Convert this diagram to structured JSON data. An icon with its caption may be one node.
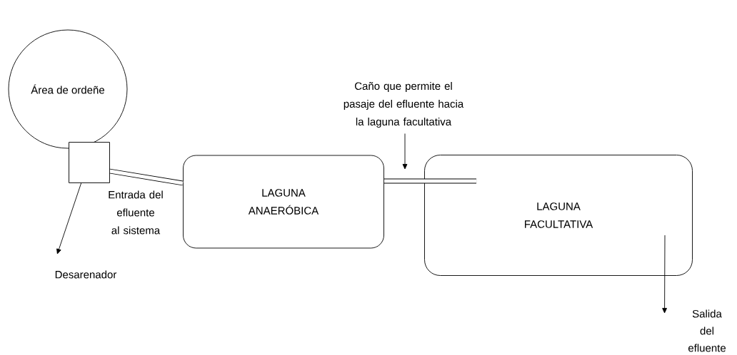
{
  "diagram": {
    "nodes": [
      {
        "text": [
          "Área de ordeñe"
        ]
      },
      {
        "text": [],
        "shape": "box"
      },
      {
        "text": [
          "LAGUNA ANAERÓBICA"
        ]
      },
      {
        "text": [
          "LAGUNA FACULTATIVA"
        ]
      },
      {
        "text": [
          "Desarenador"
        ]
      },
      {
        "text": [
          "Caño que permite el pasaje del efluente hacia la laguna facultativa"
        ]
      },
      {
        "text": [
          "Salida del efluente"
        ]
      }
    ],
    "edges": [
      {
        "from": 1,
        "to": 4,
        "arrow": "to"
      },
      {
        "from": 1,
        "to": 2,
        "arrow": "none",
        "style": "thick"
      },
      {
        "from": 2,
        "to": 3,
        "arrow": "none",
        "style": "thick"
      },
      {
        "from": 5,
        "to": null,
        "arrow": "to"
      },
      {
        "from": 3,
        "to": 6,
        "arrow": "to"
      }
    ],
    "labels": [
      "Entrada del efluente al sistema"
    ]
  }
}
